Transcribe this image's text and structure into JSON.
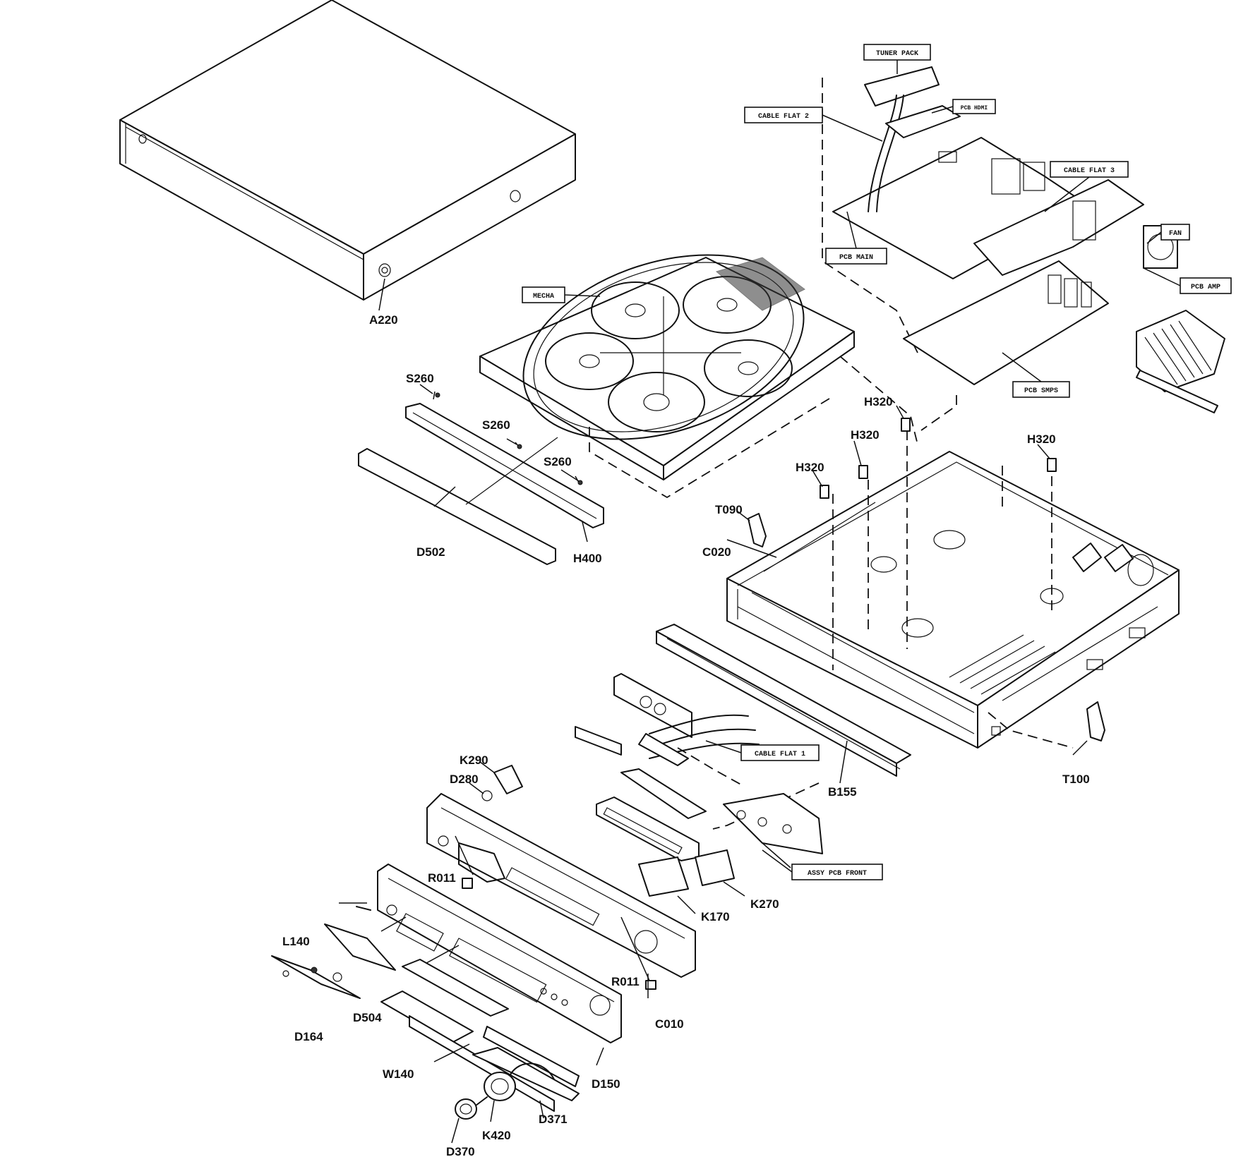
{
  "diagram": {
    "boxed_labels": [
      {
        "id": "tuner-pack",
        "text": "TUNER PACK"
      },
      {
        "id": "pcb-hdmi",
        "text": "PCB HDMI"
      },
      {
        "id": "cable-flat-2",
        "text": "CABLE FLAT 2"
      },
      {
        "id": "cable-flat-3",
        "text": "CABLE FLAT 3"
      },
      {
        "id": "fan",
        "text": "FAN"
      },
      {
        "id": "pcb-main",
        "text": "PCB MAIN"
      },
      {
        "id": "pcb-amp",
        "text": "PCB AMP"
      },
      {
        "id": "mecha",
        "text": "MECHA"
      },
      {
        "id": "pcb-smps",
        "text": "PCB SMPS"
      },
      {
        "id": "cable-flat-1",
        "text": "CABLE FLAT 1"
      },
      {
        "id": "assy-pcb-front",
        "text": "ASSY PCB FRONT"
      }
    ],
    "part_labels": [
      {
        "id": "a220",
        "text": "A220"
      },
      {
        "id": "s260-1",
        "text": "S260"
      },
      {
        "id": "s260-2",
        "text": "S260"
      },
      {
        "id": "s260-3",
        "text": "S260"
      },
      {
        "id": "d502",
        "text": "D502"
      },
      {
        "id": "h400",
        "text": "H400"
      },
      {
        "id": "h320-1",
        "text": "H320"
      },
      {
        "id": "h320-2",
        "text": "H320"
      },
      {
        "id": "h320-3",
        "text": "H320"
      },
      {
        "id": "h320-4",
        "text": "H320"
      },
      {
        "id": "t090",
        "text": "T090"
      },
      {
        "id": "c020",
        "text": "C020"
      },
      {
        "id": "t100",
        "text": "T100"
      },
      {
        "id": "b155",
        "text": "B155"
      },
      {
        "id": "k290",
        "text": "K290"
      },
      {
        "id": "d280",
        "text": "D280"
      },
      {
        "id": "r011-1",
        "text": "R011"
      },
      {
        "id": "r011-2",
        "text": "R011"
      },
      {
        "id": "k170",
        "text": "K170"
      },
      {
        "id": "k270",
        "text": "K270"
      },
      {
        "id": "l140",
        "text": "L140"
      },
      {
        "id": "d504",
        "text": "D504"
      },
      {
        "id": "d164",
        "text": "D164"
      },
      {
        "id": "w140",
        "text": "W140"
      },
      {
        "id": "c010",
        "text": "C010"
      },
      {
        "id": "d150",
        "text": "D150"
      },
      {
        "id": "d371",
        "text": "D371"
      },
      {
        "id": "k420",
        "text": "K420"
      },
      {
        "id": "d370",
        "text": "D370"
      }
    ]
  }
}
